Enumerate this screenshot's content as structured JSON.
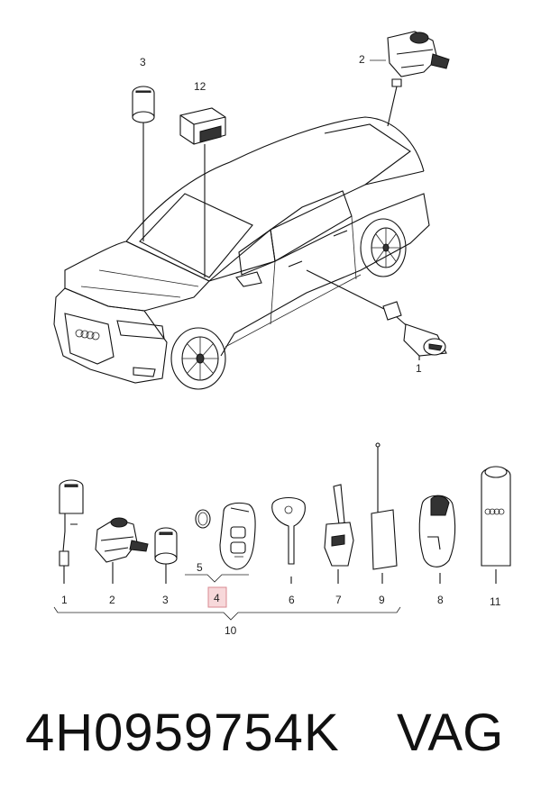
{
  "diagram": {
    "callouts_top": [
      {
        "id": "label-3-top",
        "text": "3"
      },
      {
        "id": "label-12",
        "text": "12"
      },
      {
        "id": "label-2-top",
        "text": "2"
      },
      {
        "id": "label-1-top",
        "text": "1"
      }
    ],
    "callouts_bottom": [
      "1",
      "2",
      "3",
      "5",
      "4",
      "6",
      "7",
      "9",
      "8",
      "11"
    ],
    "group_label": "10"
  },
  "footer": {
    "part_number": "4H0959754K",
    "brand": "VAG"
  }
}
